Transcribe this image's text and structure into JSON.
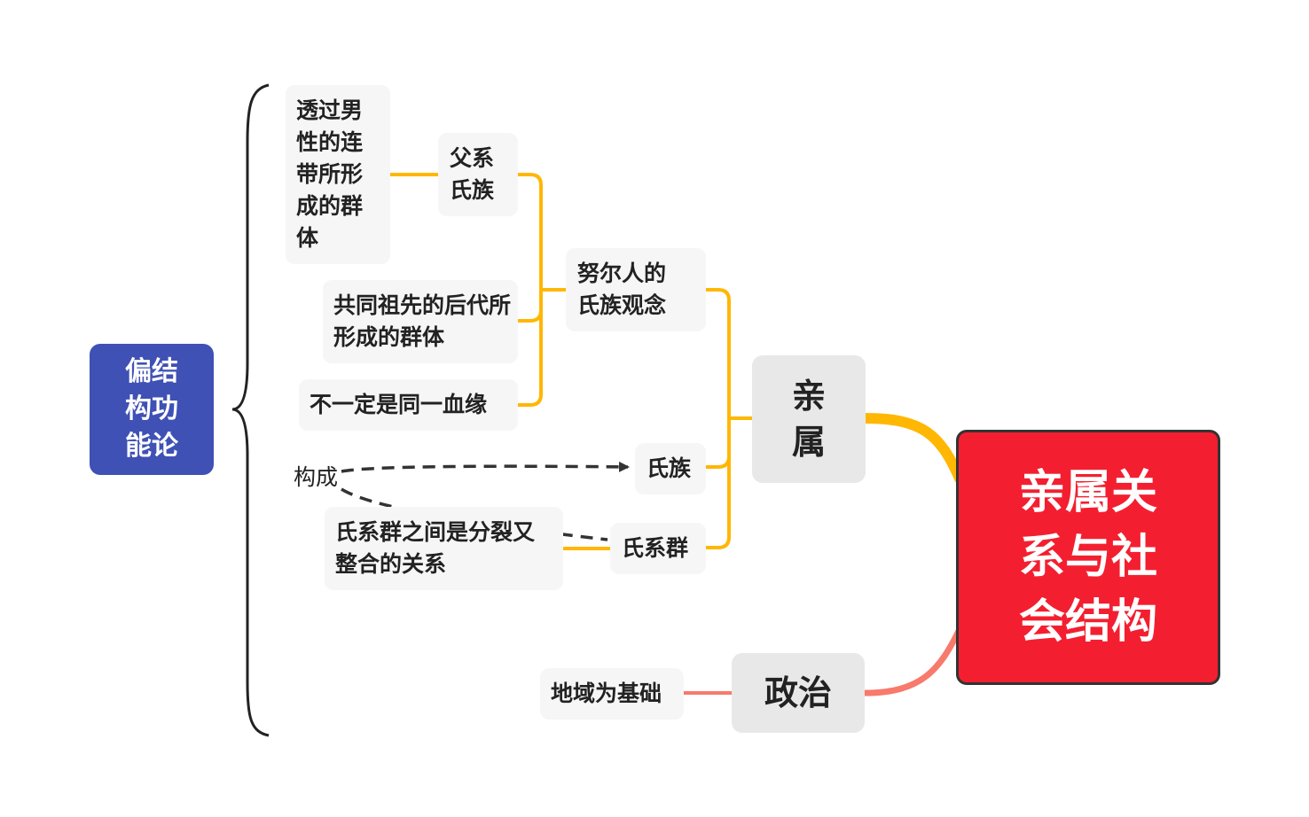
{
  "root": {
    "label": "亲属关系与社会结构"
  },
  "branches": {
    "kinship": {
      "label": "亲属"
    },
    "politics": {
      "label": "政治"
    }
  },
  "kinship_children": {
    "nuer_clan_concept": {
      "label": "努尔人的氏族观念"
    },
    "clan": {
      "label": "氏族"
    },
    "lineage": {
      "label": "氏系群"
    }
  },
  "nuer_children": {
    "patrilineal_clan": {
      "label": "父系氏族"
    },
    "common_ancestor": {
      "label": "共同祖先的后代所形成的群体"
    },
    "not_same_blood": {
      "label": "不一定是同一血缘"
    }
  },
  "patrilineal_children": {
    "male_link_group": {
      "label": "透过男性的连带所形成的群体"
    }
  },
  "lineage_children": {
    "split_and_integrate": {
      "label": "氏系群之间是分裂又整合的关系"
    }
  },
  "politics_children": {
    "territorial_basis": {
      "label": "地域为基础"
    }
  },
  "relationship": {
    "label": "构成"
  },
  "summary": {
    "label": "偏结构功能论"
  },
  "colors": {
    "root_fill": "#f31f30",
    "kinship_line": "#ffb703",
    "politics_line": "#f77a6c",
    "summary_fill": "#3f51b5",
    "bracket": "#222222",
    "dashed_relation": "#333333"
  }
}
